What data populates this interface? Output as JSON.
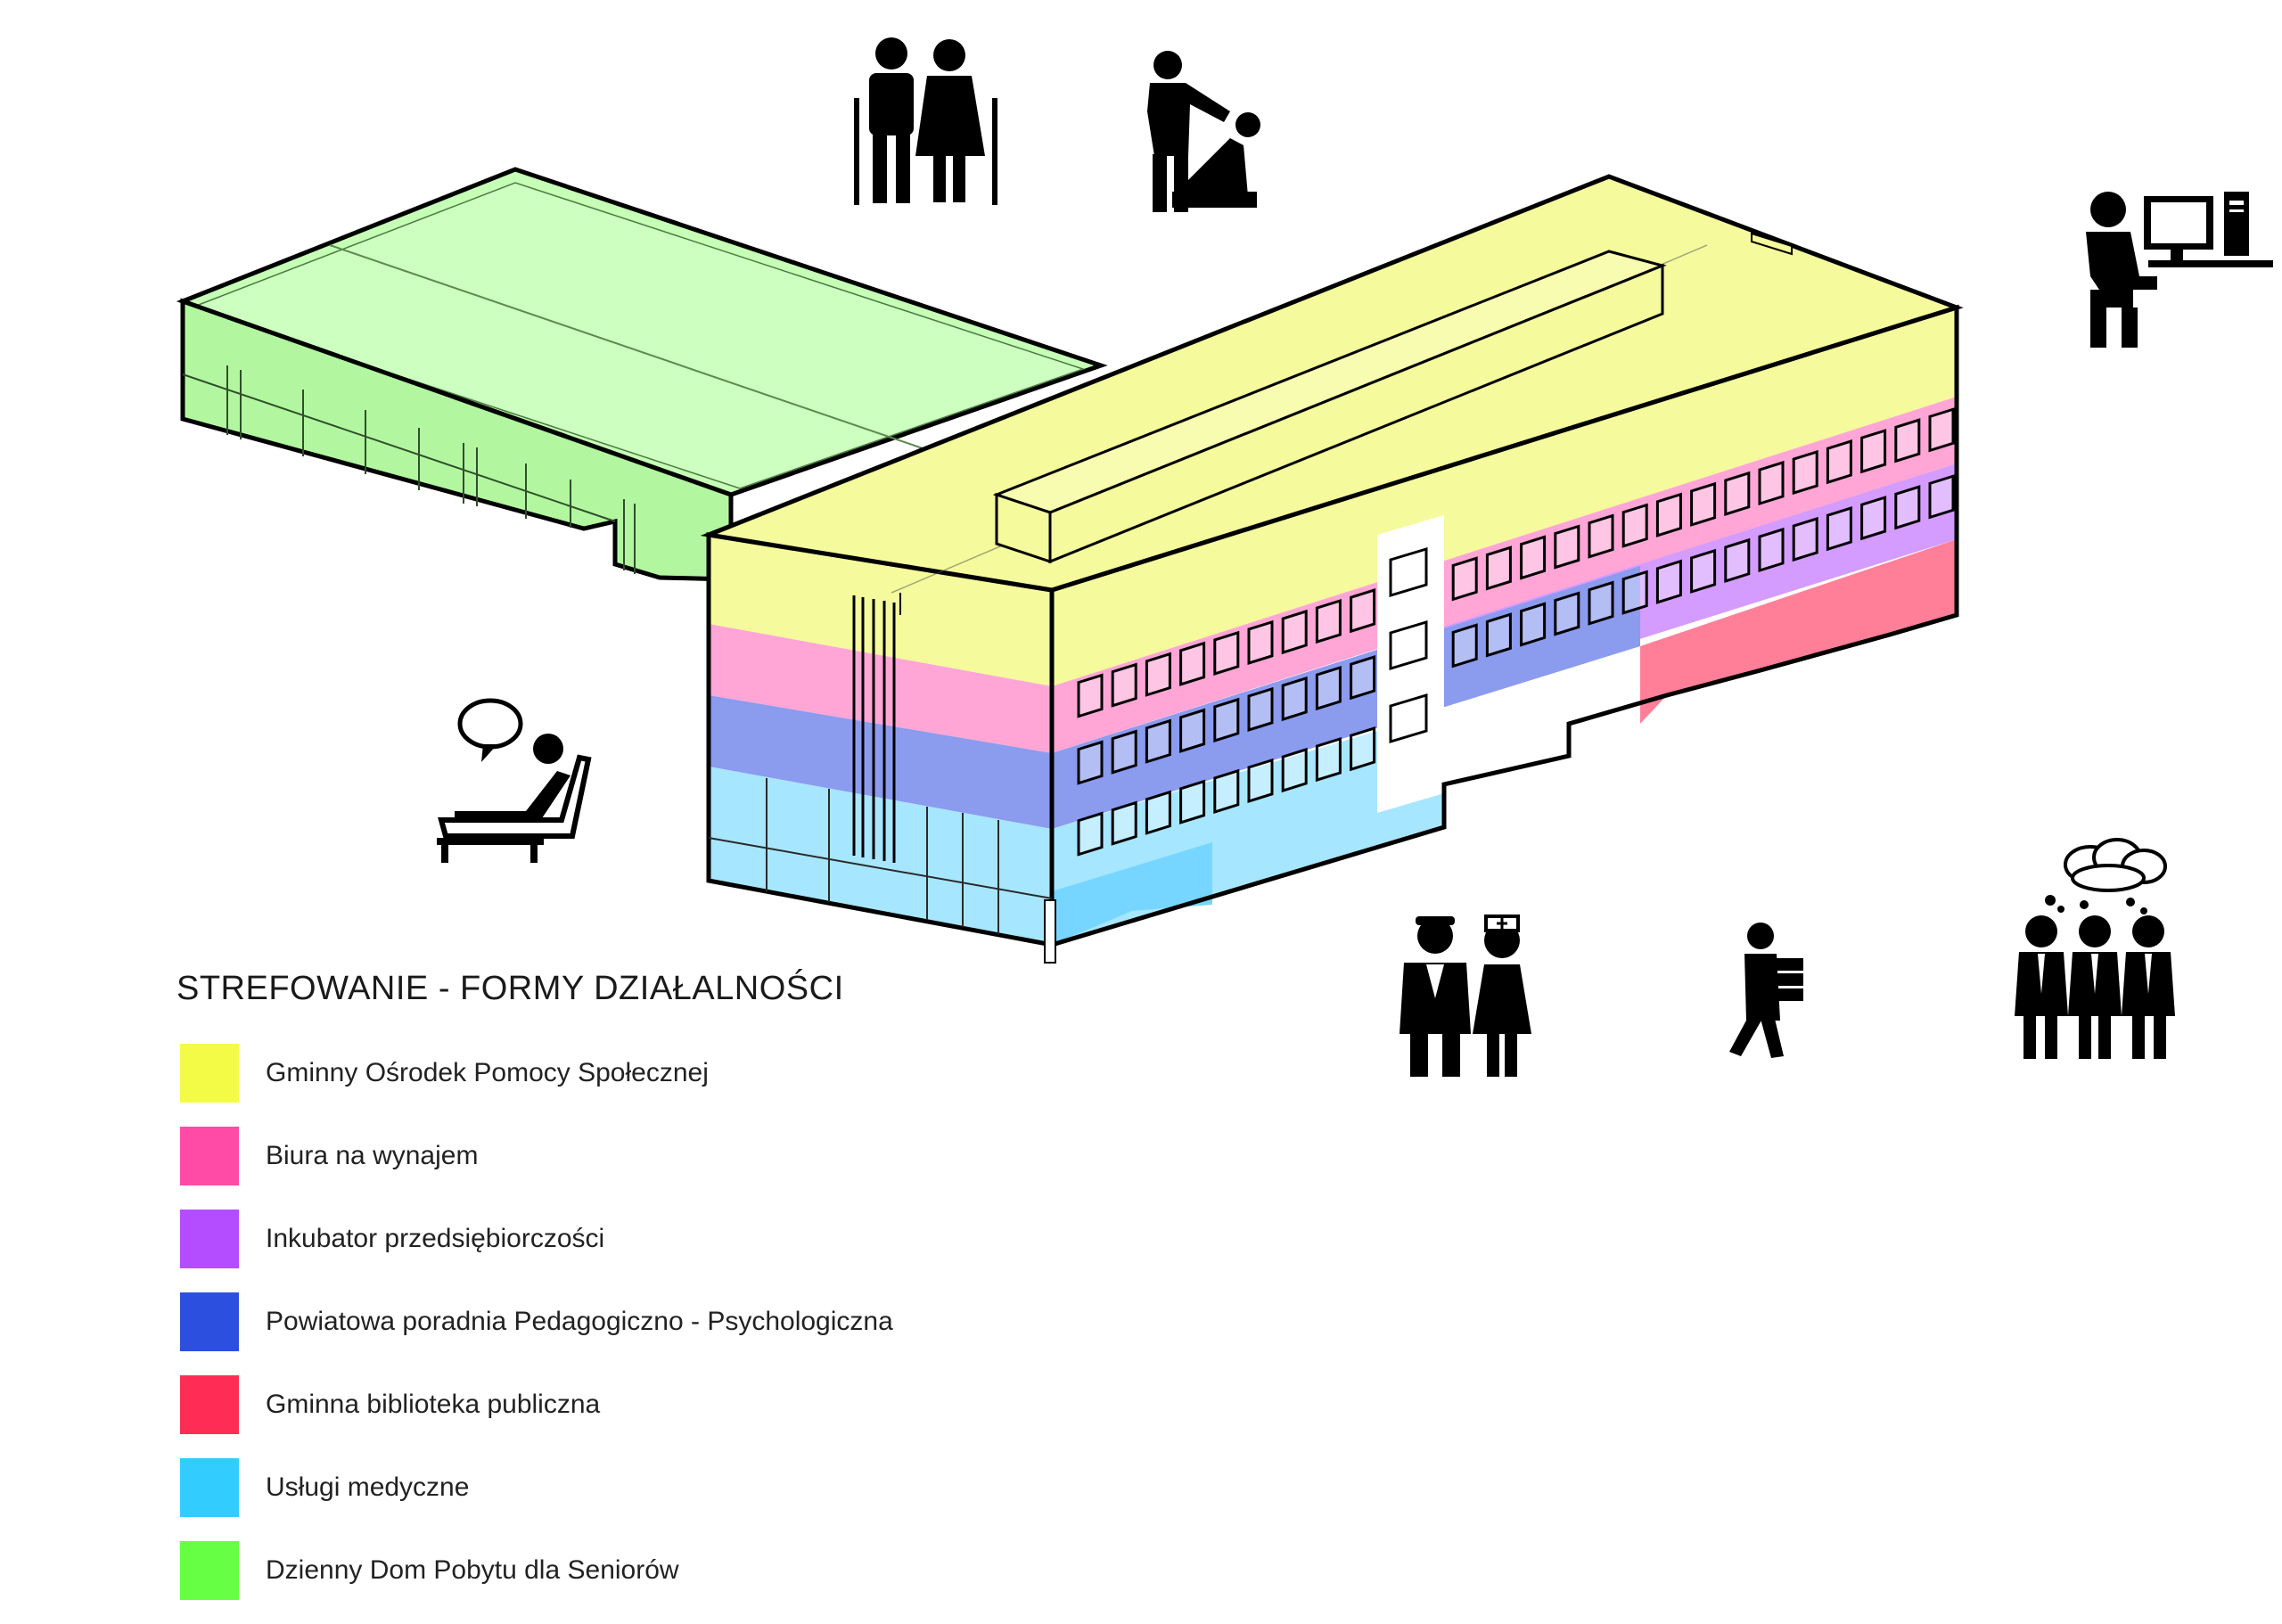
{
  "legend": {
    "title": "STREFOWANIE - FORMY DZIAŁALNOŚCI",
    "items": [
      {
        "label": "Gminny Ośrodek Pomocy Społecznej",
        "color": "#f4fb46"
      },
      {
        "label": "Biura na wynajem",
        "color": "#ff4aa6"
      },
      {
        "label": "Inkubator przedsiębiorczości",
        "color": "#b44dff"
      },
      {
        "label": "Powiatowa poradnia Pedagogiczno - Psychologiczna",
        "color": "#2c4fdf"
      },
      {
        "label": "Gminna biblioteka publiczna",
        "color": "#ff2d55"
      },
      {
        "label": "Usługi medyczne",
        "color": "#33ccff"
      },
      {
        "label": "Dzienny Dom Pobytu dla Seniorów",
        "color": "#66ff44"
      }
    ]
  },
  "zone_colors": {
    "yellow": "#f5fa9c",
    "pink": "#ffa6d6",
    "purple": "#cc8cff",
    "blue": "#8b9bee",
    "red": "#ff6b88",
    "cyan": "#a7e6ff",
    "green": "#c6ffb6"
  },
  "icons": [
    "elderly-couple-icon",
    "caregiver-helping-icon",
    "computer-worker-icon",
    "therapy-couch-icon",
    "doctor-nurse-icon",
    "book-carrier-icon",
    "business-group-icon"
  ]
}
